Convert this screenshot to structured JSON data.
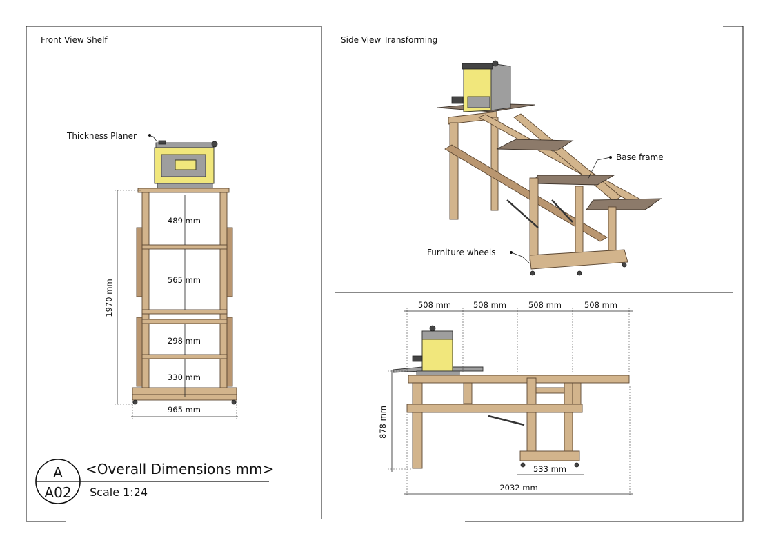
{
  "views": {
    "front": "Front View Shelf",
    "side": "Side View Transforming"
  },
  "callouts": {
    "planer": "Thickness Planer",
    "base_frame": "Base frame",
    "wheels": "Furniture wheels"
  },
  "front_dims": {
    "s1": "489 mm",
    "s2": "565 mm",
    "s3": "298 mm",
    "s4": "330 mm",
    "height": "1970 mm",
    "width": "965 mm"
  },
  "bottom_dims": {
    "d1": "508 mm",
    "d2": "508 mm",
    "d3": "508 mm",
    "d4": "508 mm",
    "height": "878 mm",
    "base": "533 mm",
    "length": "2032 mm"
  },
  "title_block": {
    "circle_top": "A",
    "circle_bottom": "A02",
    "title": "<Overall Dimensions mm>",
    "scale": "Scale 1:24"
  }
}
